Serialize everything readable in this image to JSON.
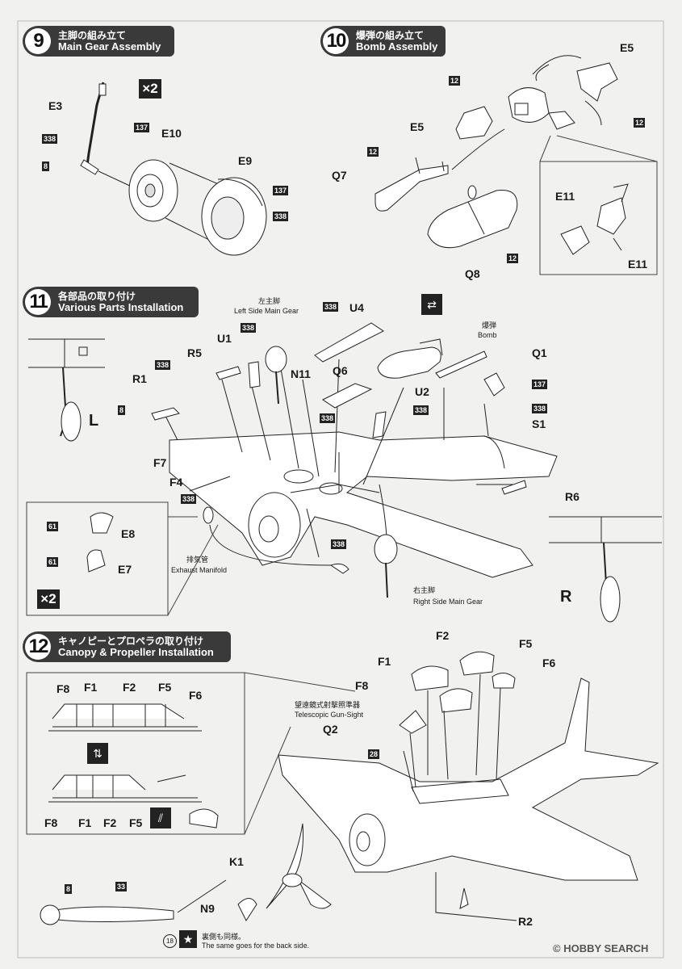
{
  "steps": [
    {
      "num": "9",
      "jp": "主脚の組み立て",
      "en": "Main Gear Assembly"
    },
    {
      "num": "10",
      "jp": "爆弾の組み立て",
      "en": "Bomb Assembly"
    },
    {
      "num": "11",
      "jp": "各部品の取り付け",
      "en": "Various Parts Installation"
    },
    {
      "num": "12",
      "jp": "キャノピーとプロペラの取り付け",
      "en": "Canopy & Propeller Installation"
    }
  ],
  "step9": {
    "x2": "×2",
    "E3": "E3",
    "E10": "E10",
    "E9": "E9",
    "c338a": "338",
    "c8": "8",
    "c137a": "137",
    "c137b": "137",
    "c338b": "338"
  },
  "step10": {
    "E5a": "E5",
    "E5b": "E5",
    "c12a": "12",
    "c12b": "12",
    "c12c": "12",
    "c12d": "12",
    "Q7": "Q7",
    "Q8": "Q8",
    "E11a": "E11",
    "E11b": "E11"
  },
  "step11": {
    "left_gear_jp": "左主脚",
    "left_gear_en": "Left Side Main Gear",
    "bomb_jp": "爆弾",
    "bomb_en": "Bomb",
    "exhaust_jp": "排気管",
    "exhaust_en": "Exhaust Manifold",
    "right_gear_jp": "右主脚",
    "right_gear_en": "Right Side Main Gear",
    "U4": "U4",
    "U1": "U1",
    "N11": "N11",
    "R5": "R5",
    "R1": "R1",
    "Q6": "Q6",
    "U2": "U2",
    "Q1": "Q1",
    "S1": "S1",
    "F7": "F7",
    "F4": "F4",
    "R6": "R6",
    "E8": "E8",
    "E7": "E7",
    "L": "L",
    "R": "R",
    "x2": "×2",
    "c338a": "338",
    "c338b": "338",
    "c338c": "338",
    "c338d": "338",
    "c338e": "338",
    "c338f": "338",
    "c338g": "338",
    "c338h": "338",
    "c8": "8",
    "c137": "137",
    "c61a": "61",
    "c61b": "61"
  },
  "step12": {
    "F1": "F1",
    "F2": "F2",
    "F5": "F5",
    "F6": "F6",
    "F8": "F8",
    "sight_jp": "望遠鏡式射撃照準器",
    "sight_en": "Telescopic Gun-Sight",
    "Q2": "Q2",
    "c28": "28",
    "dF8": "F8",
    "dF1": "F1",
    "dF2": "F2",
    "dF5": "F5",
    "dF6": "F6",
    "bF8": "F8",
    "bF1": "F1",
    "bF2": "F2",
    "bF5": "F5",
    "K1": "K1",
    "N9": "N9",
    "R2": "R2",
    "c8": "8",
    "c33": "33"
  },
  "footer": {
    "page": "18",
    "jp": "裏側も同様。",
    "en": "The same goes for the back side.",
    "brand": "HOBBY SEARCH",
    "copyright": "©"
  }
}
